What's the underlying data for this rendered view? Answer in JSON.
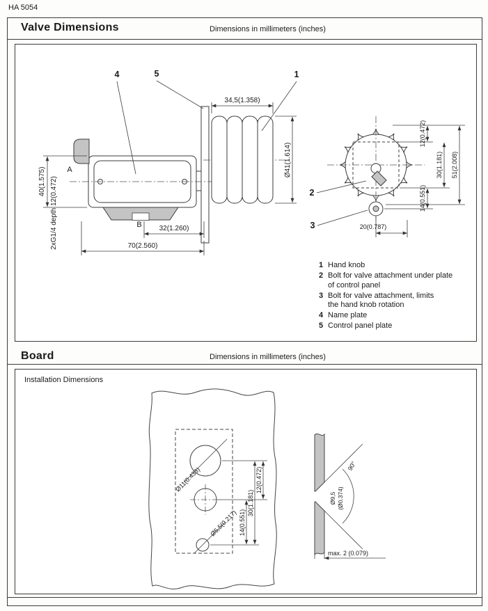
{
  "page": {
    "doc_code": "HA 5054"
  },
  "valve": {
    "title": "Valve Dimensions",
    "units": "Dimensions in millimeters (inches)",
    "side": {
      "c1": "1",
      "c4": "4",
      "c5": "5",
      "dim_345": "34,5(1.358)",
      "dim_d41": "Ø41(1.614)",
      "port_a": "A",
      "port_b": "B",
      "dim_40": "40(1.575)",
      "dim_ports": "2xG1/4 depth 12(0.472)",
      "dim_32": "32(1.260)",
      "dim_70": "70(2.560)"
    },
    "front": {
      "c2": "2",
      "c3": "3",
      "dim_12": "12(0.472)",
      "dim_51": "51(2.008)",
      "dim_30": "30(1.181)",
      "dim_14": "14(0.551)",
      "dim_20": "20(0.787)"
    },
    "legend": [
      {
        "num": "1",
        "line1": "Hand knob",
        "line2": ""
      },
      {
        "num": "2",
        "line1": "Bolt for valve attachment under plate",
        "line2": "of control panel"
      },
      {
        "num": "3",
        "line1": "Bolt for valve attachment, limits",
        "line2": "the hand knob rotation"
      },
      {
        "num": "4",
        "line1": "Name plate",
        "line2": ""
      },
      {
        "num": "5",
        "line1": "Control panel plate",
        "line2": ""
      }
    ]
  },
  "board": {
    "title": "Board",
    "units": "Dimensions in millimeters (inches)",
    "subtitle": "Installation Dimensions",
    "panel": {
      "dim_d11": "Ø11(0.433)",
      "dim_d55": "Ø5,5(0.217)",
      "dim_12": "12(0.472)",
      "dim_30": "30(1.181)",
      "dim_14": "14(0.551)"
    },
    "profile": {
      "dim_d95": "Ø9,5",
      "dim_d95_in": "(Ø0.374)",
      "angle_90": "90°",
      "dim_max2": "max. 2 (0.079)"
    }
  }
}
